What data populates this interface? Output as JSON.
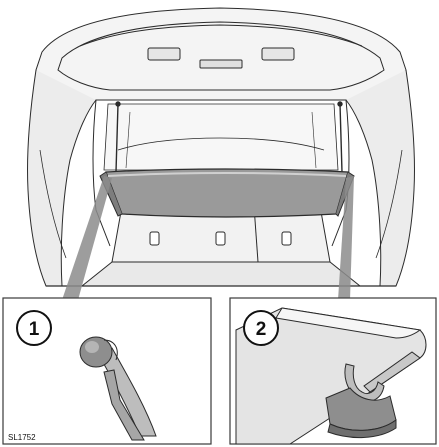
{
  "figure": {
    "reference_code": "SL1752",
    "callouts": [
      {
        "number": "1",
        "shows": "cover-mounting-peg-detail"
      },
      {
        "number": "2",
        "shows": "cover-end-clip-detail"
      }
    ],
    "colors": {
      "line": "#2b2b2b",
      "panel_border": "#3a3a3a",
      "body_shade": "#d9d9d9",
      "cover_fill": "#9a9a9a",
      "cover_dark": "#7d7d7d",
      "leader": "#8c8c8c"
    }
  }
}
